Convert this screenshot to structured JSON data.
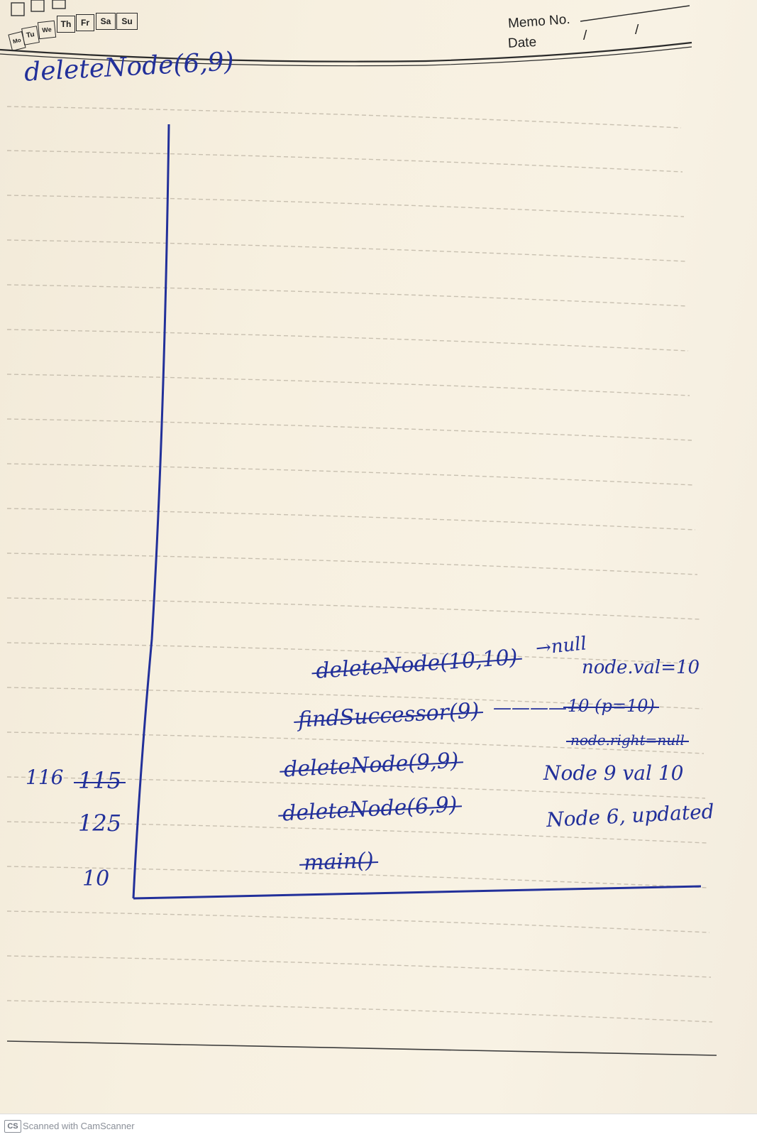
{
  "header": {
    "weekdays": [
      "Mo",
      "Tu",
      "We",
      "Th",
      "Fr",
      "Sa",
      "Su"
    ],
    "memo_label": "Memo No.",
    "date_label": "Date",
    "date_separator_1": "/",
    "date_separator_2": "/"
  },
  "notes": {
    "title": "deleteNode(6,9)",
    "stack_frames": [
      {
        "text": "deleteNode(10,10)",
        "crossed_out": true
      },
      {
        "text": "findSuccessor(9)",
        "crossed_out": true
      },
      {
        "text": "deleteNode(9,9)",
        "crossed_out": true
      },
      {
        "text": "deleteNode(6,9)",
        "crossed_out": true
      },
      {
        "text": "main()",
        "crossed_out": true
      }
    ],
    "annotations": {
      "null_arrow": "→null",
      "node_val": "node.val=10",
      "successor_arrow": "————→",
      "successor_struck": "10 (p=10)",
      "node_right_struck": "node.right=null",
      "node9_result": "Node 9 val 10",
      "node6_result": "Node 6, updated"
    },
    "margin_numbers": {
      "row1_a": "116",
      "row1_b": "115",
      "row2": "125",
      "row3": "10"
    }
  },
  "footer": {
    "badge": "CS",
    "text": "Scanned with CamScanner"
  }
}
